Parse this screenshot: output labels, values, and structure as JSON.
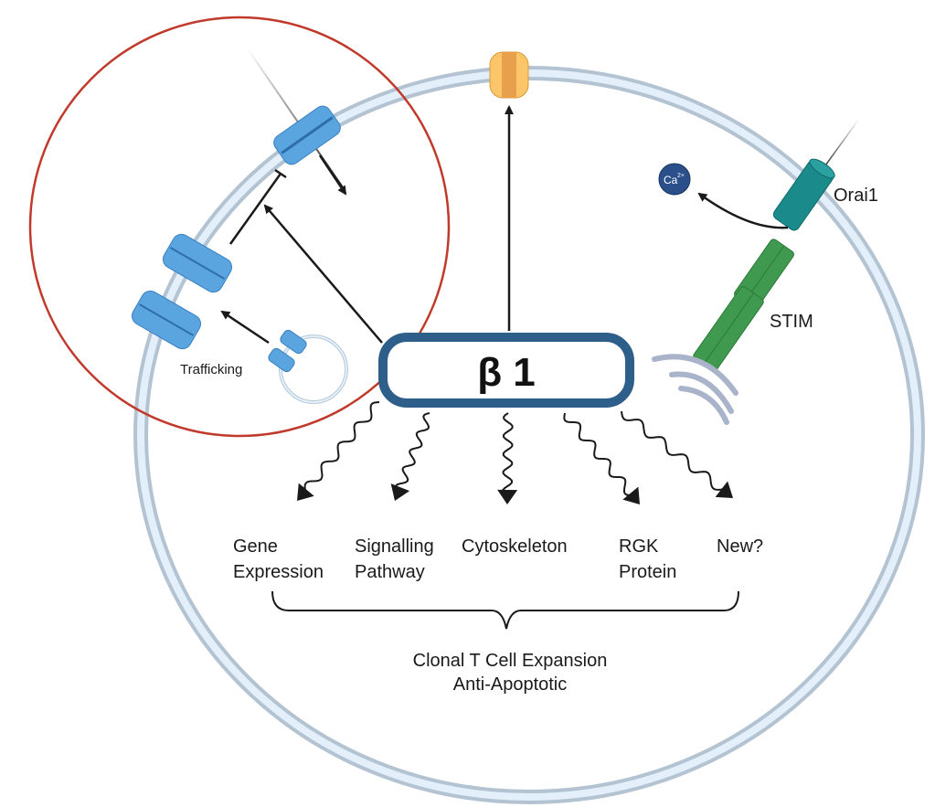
{
  "center_protein": {
    "label": "β 1"
  },
  "left_panel": {
    "trafficking_label": "Trafficking"
  },
  "right_side": {
    "orai_label": "Orai1",
    "stim_label": "STIM",
    "ion_label": "Ca",
    "ion_charge": "2+"
  },
  "outputs": [
    {
      "line1": "Gene",
      "line2": "Expression"
    },
    {
      "line1": "Signalling",
      "line2": "Pathway"
    },
    {
      "line1": "Cytoskeleton",
      "line2": ""
    },
    {
      "line1": "RGK",
      "line2": "Protein"
    },
    {
      "line1": "New?",
      "line2": ""
    }
  ],
  "outcome": {
    "line1": "Clonal T Cell Expansion",
    "line2": "Anti-Apoptotic"
  },
  "colors": {
    "membrane_fill": "#e3f0fb",
    "membrane_edge": "#b3c3d1",
    "highlight_circle": "#c0392b",
    "beta_box": "#2e5f8a",
    "channel": "#5aa5e0",
    "orai": "#1a8a8a",
    "stim": "#3f9a4f",
    "er": "#a9b3c9",
    "calcium": "#2a4f8a"
  }
}
